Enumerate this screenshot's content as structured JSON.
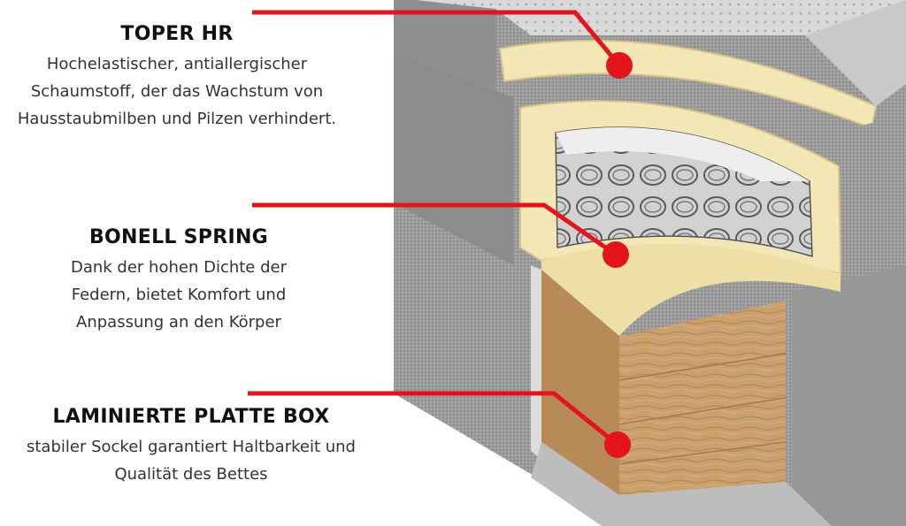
{
  "callouts": [
    {
      "title": "TOPER HR",
      "description_lines": [
        "Hochelastischer, antiallergischer",
        "Schaumstoff, der das Wachstum von",
        "Hausstaubmilben und Pilzen verhindert."
      ]
    },
    {
      "title": "BONELL SPRING",
      "description_lines": [
        "Dank der hohen Dichte der",
        "Federn, bietet Komfort und",
        "Anpassung an den Körper"
      ]
    },
    {
      "title": "LAMINIERTE PLATTE BOX",
      "description_lines": [
        "stabiler Sockel garantiert Haltbarkeit und",
        "Qualität des Bettes"
      ]
    }
  ],
  "colors": {
    "pointer": "#e3141b",
    "fabric": "#9a9a9a",
    "foam": "#f3e6b8",
    "wood": "#c89a66"
  }
}
